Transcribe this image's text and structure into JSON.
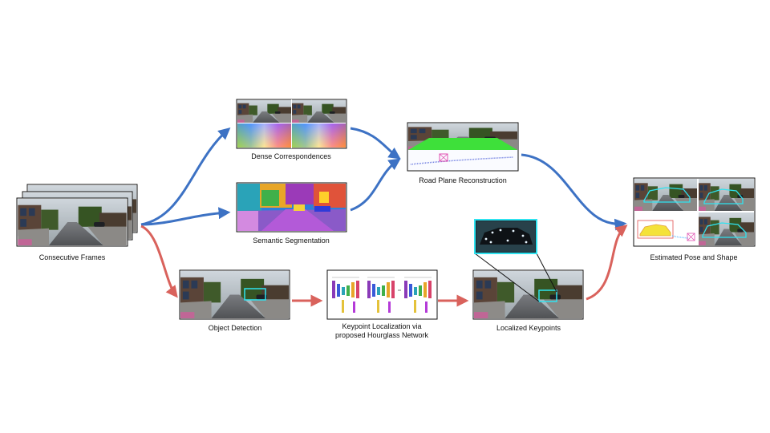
{
  "diagram": {
    "colors": {
      "blue_arrow": "#3d72c4",
      "red_arrow": "#d9625c",
      "frame_border": "#111111"
    },
    "nodes": {
      "consecutive_frames": {
        "label": "Consecutive Frames",
        "content": "stack of street-scene camera frames"
      },
      "dense_correspondences": {
        "label": "Dense Correspondences",
        "content": "two street frames above two optical-flow color maps"
      },
      "semantic_segmentation": {
        "label": "Semantic Segmentation",
        "content": "semantic label map of street scene"
      },
      "road_plane_reconstruction": {
        "label": "Road Plane Reconstruction",
        "content": "street frame with green road overlay and plane point cloud"
      },
      "object_detection": {
        "label": "Object Detection",
        "content": "street frame with cyan car bounding box"
      },
      "keypoint_localization": {
        "label_line1": "Keypoint Localization via",
        "label_line2": "proposed Hourglass Network",
        "content": "stacked hourglass network blocks"
      },
      "localized_keypoints": {
        "label": "Localized Keypoints",
        "content": "street frame with zoomed car inset showing keypoints"
      },
      "estimated_pose_shape": {
        "label": "Estimated Pose and Shape",
        "content": "cars with cyan wireframe shape overlays and 3D box"
      }
    }
  }
}
